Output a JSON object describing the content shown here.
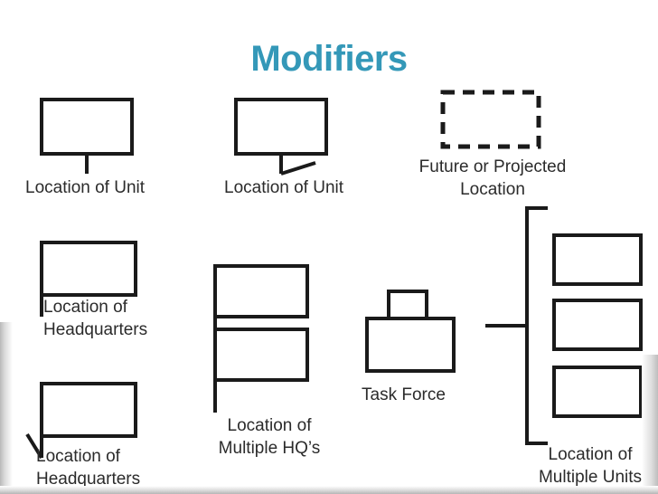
{
  "slide": {
    "title": "Modifiers",
    "title_color": "#3498b8",
    "background_color": "#ffffff",
    "line_color": "#1a1a1a",
    "label_color": "#2b2b2b"
  },
  "symbols": [
    {
      "id": "location-of-unit-center-staff",
      "icon": "rectangle-with-center-staff",
      "label": "Location of Unit"
    },
    {
      "id": "location-of-unit-flag-staff",
      "icon": "rectangle-with-flag-staff",
      "label": "Location of Unit"
    },
    {
      "id": "future-or-projected-location",
      "icon": "dashed-rectangle",
      "label": "Future or Projected\nLocation"
    },
    {
      "id": "location-of-headquarters-vertical",
      "icon": "rectangle-with-left-vertical-staff",
      "label": "Location of\nHeadquarters"
    },
    {
      "id": "location-of-headquarters-diagonal",
      "icon": "rectangle-with-left-diagonal-staff",
      "label": "Location of\nHeadquarters"
    },
    {
      "id": "location-of-multiple-hqs",
      "icon": "two-stacked-rectangles-with-left-staff",
      "label": "Location of\nMultiple HQ’s"
    },
    {
      "id": "task-force",
      "icon": "rectangle-with-top-tab",
      "label": "Task Force"
    },
    {
      "id": "location-of-multiple-units",
      "icon": "bracket-with-three-rectangles",
      "label": "Location of\nMultiple Units"
    }
  ]
}
